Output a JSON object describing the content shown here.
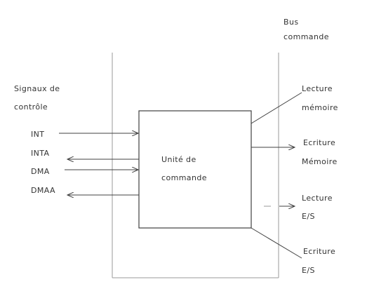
{
  "bus_label": [
    "Bus",
    "commande"
  ],
  "control_label": [
    "Signaux de",
    "contrôle"
  ],
  "unit_label": [
    "Unité de",
    "commande"
  ],
  "inputs": [
    "INT",
    "INTA",
    "DMA",
    "DMAA"
  ],
  "outputs": [
    [
      "Lecture",
      "mémoire"
    ],
    [
      "Ecriture",
      "Mémoire"
    ],
    [
      "Lecture",
      "E/S"
    ],
    [
      "Ecriture",
      "E/S"
    ]
  ],
  "colors": {
    "stroke": "#404040",
    "text": "#333333",
    "bg": "#ffffff"
  }
}
